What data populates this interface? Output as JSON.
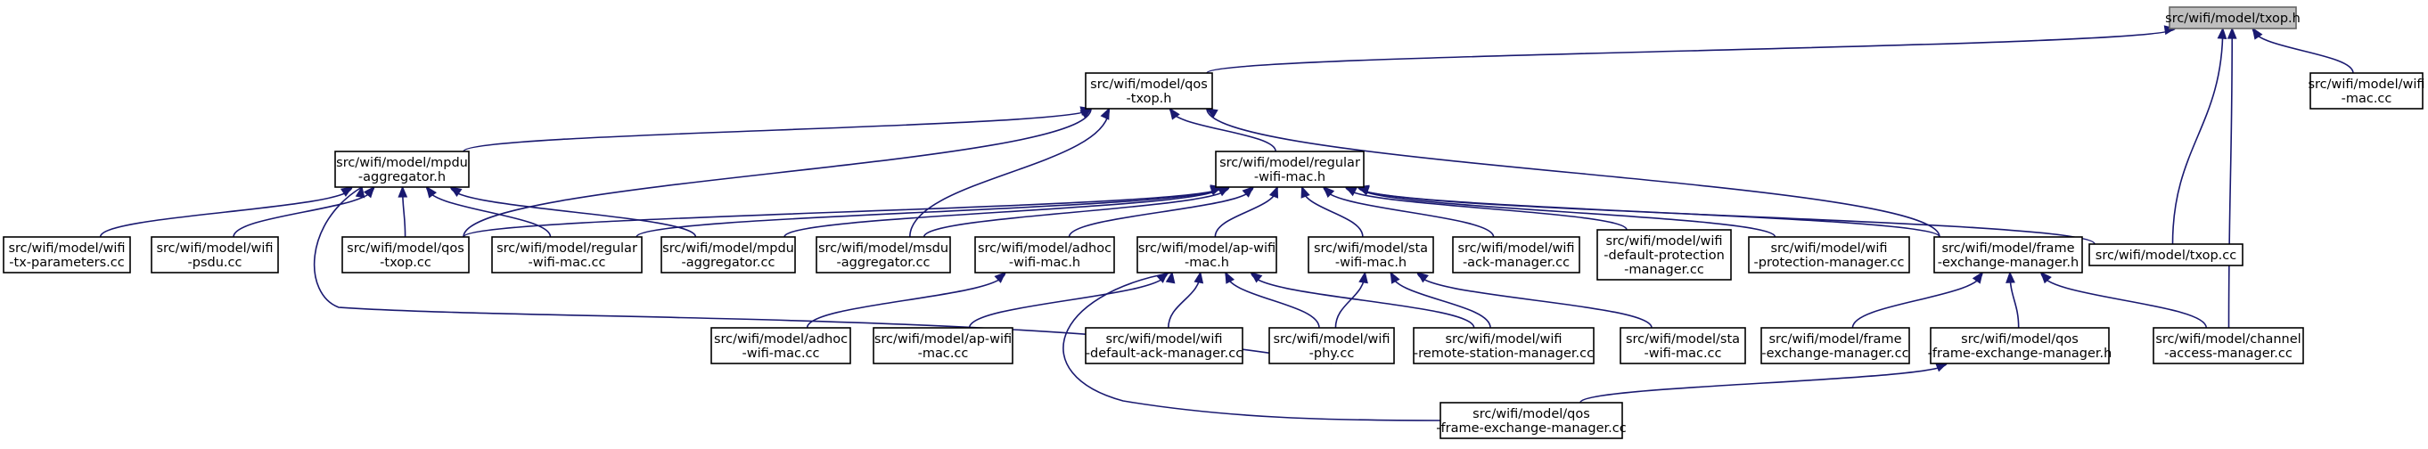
{
  "nodes": [
    {
      "id": "txop_h",
      "lines": [
        "src/wifi/model/txop.h"
      ],
      "root": true
    },
    {
      "id": "qos_txop_h",
      "lines": [
        "src/wifi/model/qos",
        "-txop.h"
      ]
    },
    {
      "id": "wifi_mac_cc",
      "lines": [
        "src/wifi/model/wifi",
        "-mac.cc"
      ]
    },
    {
      "id": "mpdu_aggregator_h",
      "lines": [
        "src/wifi/model/mpdu",
        "-aggregator.h"
      ]
    },
    {
      "id": "regular_wifi_mac_h",
      "lines": [
        "src/wifi/model/regular",
        "-wifi-mac.h"
      ]
    },
    {
      "id": "tx_parameters_cc",
      "lines": [
        "src/wifi/model/wifi",
        "-tx-parameters.cc"
      ]
    },
    {
      "id": "psdu_cc",
      "lines": [
        "src/wifi/model/wifi",
        "-psdu.cc"
      ]
    },
    {
      "id": "qos_txop_cc",
      "lines": [
        "src/wifi/model/qos",
        "-txop.cc"
      ]
    },
    {
      "id": "regular_wifi_mac_cc",
      "lines": [
        "src/wifi/model/regular",
        "-wifi-mac.cc"
      ]
    },
    {
      "id": "mpdu_aggregator_cc",
      "lines": [
        "src/wifi/model/mpdu",
        "-aggregator.cc"
      ]
    },
    {
      "id": "msdu_aggregator_cc",
      "lines": [
        "src/wifi/model/msdu",
        "-aggregator.cc"
      ]
    },
    {
      "id": "adhoc_wifi_mac_h",
      "lines": [
        "src/wifi/model/adhoc",
        "-wifi-mac.h"
      ]
    },
    {
      "id": "ap_wifi_mac_h",
      "lines": [
        "src/wifi/model/ap-wifi",
        "-mac.h"
      ]
    },
    {
      "id": "sta_wifi_mac_h",
      "lines": [
        "src/wifi/model/sta",
        "-wifi-mac.h"
      ]
    },
    {
      "id": "ack_manager_cc",
      "lines": [
        "src/wifi/model/wifi",
        "-ack-manager.cc"
      ]
    },
    {
      "id": "default_protection_manager_cc",
      "lines": [
        "src/wifi/model/wifi",
        "-default-protection",
        "-manager.cc"
      ]
    },
    {
      "id": "protection_manager_cc",
      "lines": [
        "src/wifi/model/wifi",
        "-protection-manager.cc"
      ]
    },
    {
      "id": "frame_exchange_manager_h",
      "lines": [
        "src/wifi/model/frame",
        "-exchange-manager.h"
      ]
    },
    {
      "id": "txop_cc",
      "lines": [
        "src/wifi/model/txop.cc"
      ]
    },
    {
      "id": "adhoc_wifi_mac_cc",
      "lines": [
        "src/wifi/model/adhoc",
        "-wifi-mac.cc"
      ]
    },
    {
      "id": "ap_wifi_mac_cc",
      "lines": [
        "src/wifi/model/ap-wifi",
        "-mac.cc"
      ]
    },
    {
      "id": "default_ack_manager_cc",
      "lines": [
        "src/wifi/model/wifi",
        "-default-ack-manager.cc"
      ]
    },
    {
      "id": "wifi_phy_cc",
      "lines": [
        "src/wifi/model/wifi",
        "-phy.cc"
      ]
    },
    {
      "id": "remote_station_manager_cc",
      "lines": [
        "src/wifi/model/wifi",
        "-remote-station-manager.cc"
      ]
    },
    {
      "id": "sta_wifi_mac_cc",
      "lines": [
        "src/wifi/model/sta",
        "-wifi-mac.cc"
      ]
    },
    {
      "id": "frame_exchange_manager_cc",
      "lines": [
        "src/wifi/model/frame",
        "-exchange-manager.cc"
      ]
    },
    {
      "id": "qos_frame_exchange_manager_h",
      "lines": [
        "src/wifi/model/qos",
        "-frame-exchange-manager.h"
      ]
    },
    {
      "id": "channel_access_manager_cc",
      "lines": [
        "src/wifi/model/channel",
        "-access-manager.cc"
      ]
    },
    {
      "id": "qos_frame_exchange_manager_cc",
      "lines": [
        "src/wifi/model/qos",
        "-frame-exchange-manager.cc"
      ]
    }
  ],
  "edges": [
    {
      "from": "txop_h",
      "to": "qos_txop_h"
    },
    {
      "from": "txop_h",
      "to": "wifi_mac_cc"
    },
    {
      "from": "txop_h",
      "to": "txop_cc"
    },
    {
      "from": "txop_h",
      "to": "channel_access_manager_cc"
    },
    {
      "from": "qos_txop_h",
      "to": "mpdu_aggregator_h"
    },
    {
      "from": "qos_txop_h",
      "to": "regular_wifi_mac_h"
    },
    {
      "from": "qos_txop_h",
      "to": "qos_txop_cc"
    },
    {
      "from": "qos_txop_h",
      "to": "msdu_aggregator_cc"
    },
    {
      "from": "qos_txop_h",
      "to": "frame_exchange_manager_h"
    },
    {
      "from": "mpdu_aggregator_h",
      "to": "tx_parameters_cc"
    },
    {
      "from": "mpdu_aggregator_h",
      "to": "psdu_cc"
    },
    {
      "from": "mpdu_aggregator_h",
      "to": "qos_txop_cc"
    },
    {
      "from": "mpdu_aggregator_h",
      "to": "regular_wifi_mac_cc"
    },
    {
      "from": "mpdu_aggregator_h",
      "to": "mpdu_aggregator_cc"
    },
    {
      "from": "mpdu_aggregator_h",
      "to": "wifi_phy_cc"
    },
    {
      "from": "regular_wifi_mac_h",
      "to": "qos_txop_cc"
    },
    {
      "from": "regular_wifi_mac_h",
      "to": "regular_wifi_mac_cc"
    },
    {
      "from": "regular_wifi_mac_h",
      "to": "mpdu_aggregator_cc"
    },
    {
      "from": "regular_wifi_mac_h",
      "to": "msdu_aggregator_cc"
    },
    {
      "from": "regular_wifi_mac_h",
      "to": "adhoc_wifi_mac_h"
    },
    {
      "from": "regular_wifi_mac_h",
      "to": "ap_wifi_mac_h"
    },
    {
      "from": "regular_wifi_mac_h",
      "to": "sta_wifi_mac_h"
    },
    {
      "from": "regular_wifi_mac_h",
      "to": "ack_manager_cc"
    },
    {
      "from": "regular_wifi_mac_h",
      "to": "default_protection_manager_cc"
    },
    {
      "from": "regular_wifi_mac_h",
      "to": "protection_manager_cc"
    },
    {
      "from": "regular_wifi_mac_h",
      "to": "frame_exchange_manager_h"
    },
    {
      "from": "regular_wifi_mac_h",
      "to": "txop_cc"
    },
    {
      "from": "adhoc_wifi_mac_h",
      "to": "adhoc_wifi_mac_cc"
    },
    {
      "from": "ap_wifi_mac_h",
      "to": "ap_wifi_mac_cc"
    },
    {
      "from": "ap_wifi_mac_h",
      "to": "default_ack_manager_cc"
    },
    {
      "from": "ap_wifi_mac_h",
      "to": "wifi_phy_cc"
    },
    {
      "from": "ap_wifi_mac_h",
      "to": "remote_station_manager_cc"
    },
    {
      "from": "ap_wifi_mac_h",
      "to": "qos_frame_exchange_manager_cc"
    },
    {
      "from": "sta_wifi_mac_h",
      "to": "wifi_phy_cc"
    },
    {
      "from": "sta_wifi_mac_h",
      "to": "remote_station_manager_cc"
    },
    {
      "from": "sta_wifi_mac_h",
      "to": "sta_wifi_mac_cc"
    },
    {
      "from": "frame_exchange_manager_h",
      "to": "frame_exchange_manager_cc"
    },
    {
      "from": "frame_exchange_manager_h",
      "to": "qos_frame_exchange_manager_h"
    },
    {
      "from": "frame_exchange_manager_h",
      "to": "channel_access_manager_cc"
    },
    {
      "from": "qos_frame_exchange_manager_h",
      "to": "qos_frame_exchange_manager_cc"
    }
  ]
}
